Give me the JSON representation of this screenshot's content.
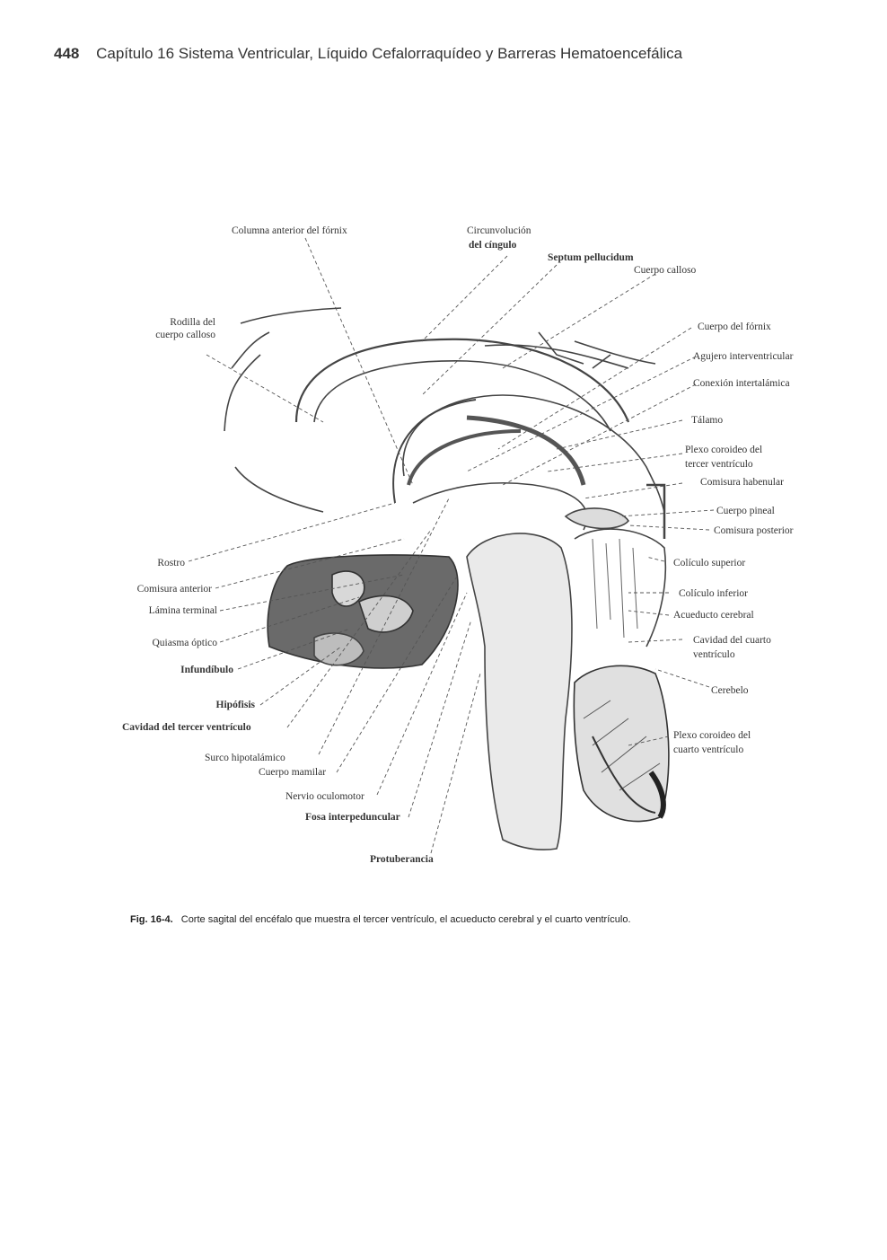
{
  "header": {
    "page_number": "448",
    "title": "Capítulo 16  Sistema Ventricular, Líquido Cefalorraquídeo y Barreras Hematoencefálica"
  },
  "figure": {
    "labels": {
      "columna_anterior_fornix": "Columna anterior del fórnix",
      "circunvolucion_1": "Circunvolución",
      "circunvolucion_2": "del cíngulo",
      "septum_pellucidum": "Septum pellucidum",
      "cuerpo_calloso": "Cuerpo calloso",
      "rodilla_1": "Rodilla del",
      "rodilla_2": "cuerpo calloso",
      "cuerpo_fornix": "Cuerpo del fórnix",
      "agujero_interventricular": "Agujero interventricular",
      "conexion_intertalamica": "Conexión intertalámica",
      "talamo": "Tálamo",
      "plexo_tercer_1": "Plexo coroideo del",
      "plexo_tercer_2": "tercer ventrículo",
      "comisura_habenular": "Comisura habenular",
      "cuerpo_pineal": "Cuerpo pineal",
      "comisura_posterior": "Comisura posterior",
      "rostro": "Rostro",
      "comisura_anterior": "Comisura anterior",
      "lamina_terminal": "Lámina terminal",
      "coliculo_superior": "Colículo superior",
      "coliculo_inferior": "Colículo inferior",
      "acueducto_cerebral": "Acueducto cerebral",
      "quiasma_optico": "Quiasma óptico",
      "cavidad_cuarto_1": "Cavidad del cuarto",
      "cavidad_cuarto_2": "ventrículo",
      "infundibulo": "Infundíbulo",
      "cerebelo": "Cerebelo",
      "hipofisis": "Hipófisis",
      "cavidad_tercer": "Cavidad del tercer ventrículo",
      "plexo_cuarto_1": "Plexo coroideo del",
      "plexo_cuarto_2": "cuarto ventrículo",
      "surco_hipotalamico": "Surco hipotalámico",
      "cuerpo_mamilar": "Cuerpo mamilar",
      "nervio_oculomotor": "Nervio oculomotor",
      "fosa_interpeduncular": "Fosa interpeduncular",
      "protuberancia": "Protuberancia"
    }
  },
  "caption": {
    "number": "Fig. 16-4.",
    "text": "Corte sagital del encéfalo que muestra el tercer ventrículo, el acueducto cerebral y el cuarto ventrículo."
  }
}
